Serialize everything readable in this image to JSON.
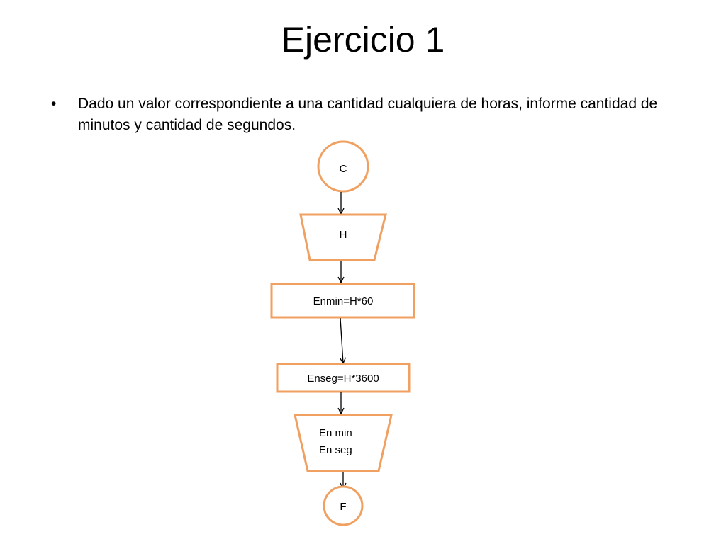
{
  "slide": {
    "title": "Ejercicio 1",
    "bullet_symbol": "•",
    "bullet_text": "Dado un valor correspondiente a una cantidad cualquiera de horas, informe cantidad de minutos y cantidad de segundos."
  },
  "flowchart": {
    "start_label": "C",
    "input_label": "H",
    "process_1_label": "Enmin=H*60",
    "process_2_label": "Enseg=H*3600",
    "output_line_1": "En min",
    "output_line_2": "En seg",
    "end_label": "F"
  },
  "colors": {
    "shape_stroke": "#f0a060",
    "arrow": "#000000"
  }
}
